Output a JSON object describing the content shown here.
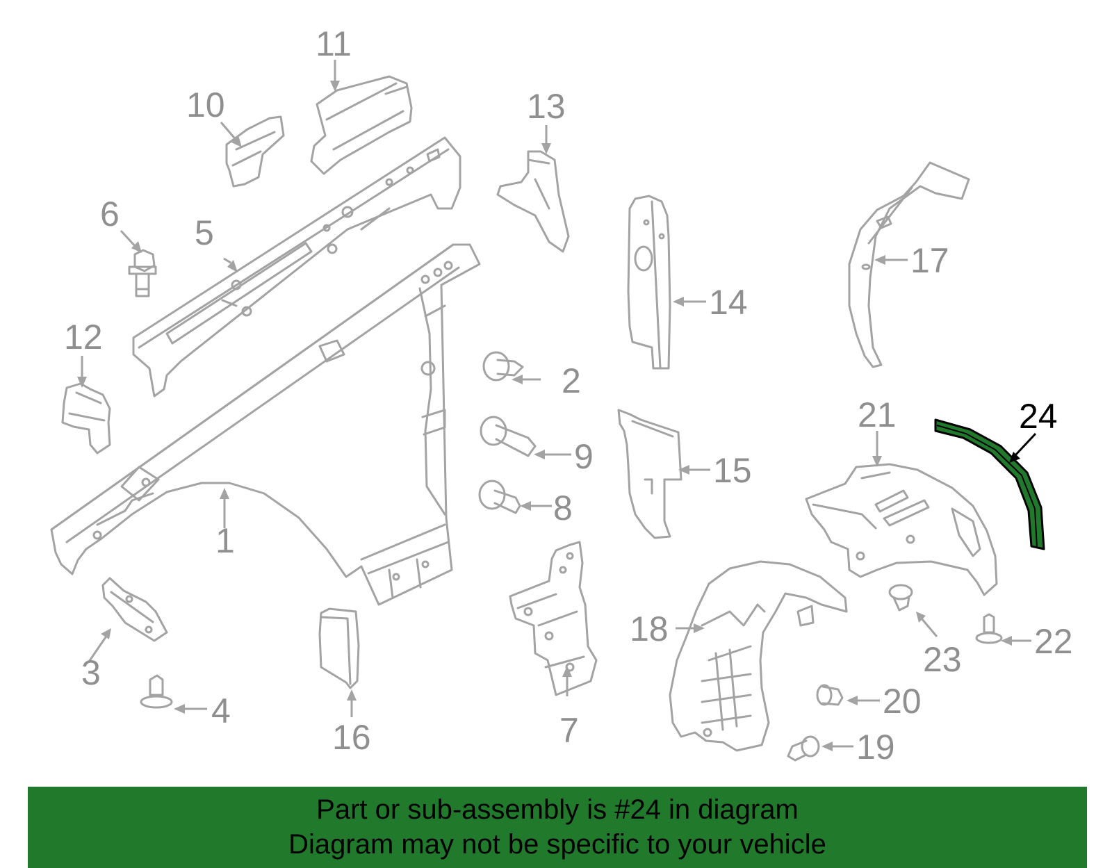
{
  "highlight_color": "#217a2b",
  "callouts": {
    "c1": "1",
    "c2": "2",
    "c3": "3",
    "c4": "4",
    "c5": "5",
    "c6": "6",
    "c7": "7",
    "c8": "8",
    "c9": "9",
    "c10": "10",
    "c11": "11",
    "c12": "12",
    "c13": "13",
    "c14": "14",
    "c15": "15",
    "c16": "16",
    "c17": "17",
    "c18": "18",
    "c19": "19",
    "c20": "20",
    "c21": "21",
    "c22": "22",
    "c23": "23",
    "c24": "24"
  },
  "banner": {
    "line1": "Part or sub-assembly is #24 in diagram",
    "line2": "Diagram may not be specific to your vehicle"
  }
}
